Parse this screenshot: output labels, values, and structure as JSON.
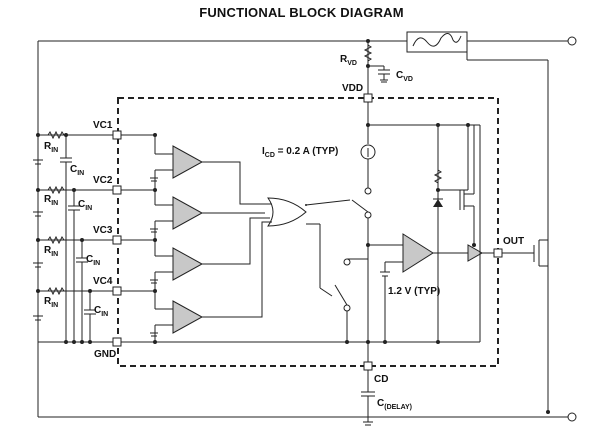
{
  "title": "FUNCTIONAL BLOCK DIAGRAM",
  "labels": {
    "rvd": "R",
    "rvd_sub": "VD",
    "cvd": "C",
    "cvd_sub": "VD",
    "vdd": "VDD",
    "vc1": "VC1",
    "vc2": "VC2",
    "vc3": "VC3",
    "vc4": "VC4",
    "rin": "R",
    "rin_sub": "IN",
    "cin": "C",
    "cin_sub": "IN",
    "icd": "I",
    "icd_sub": "CD",
    "icd_val": " = 0.2   A (TYP)",
    "vref": "1.2 V (TYP)",
    "out": "OUT",
    "gnd": "GND",
    "cd": "CD",
    "cdelay": "C",
    "cdelay_sub": "(DELAY)"
  }
}
